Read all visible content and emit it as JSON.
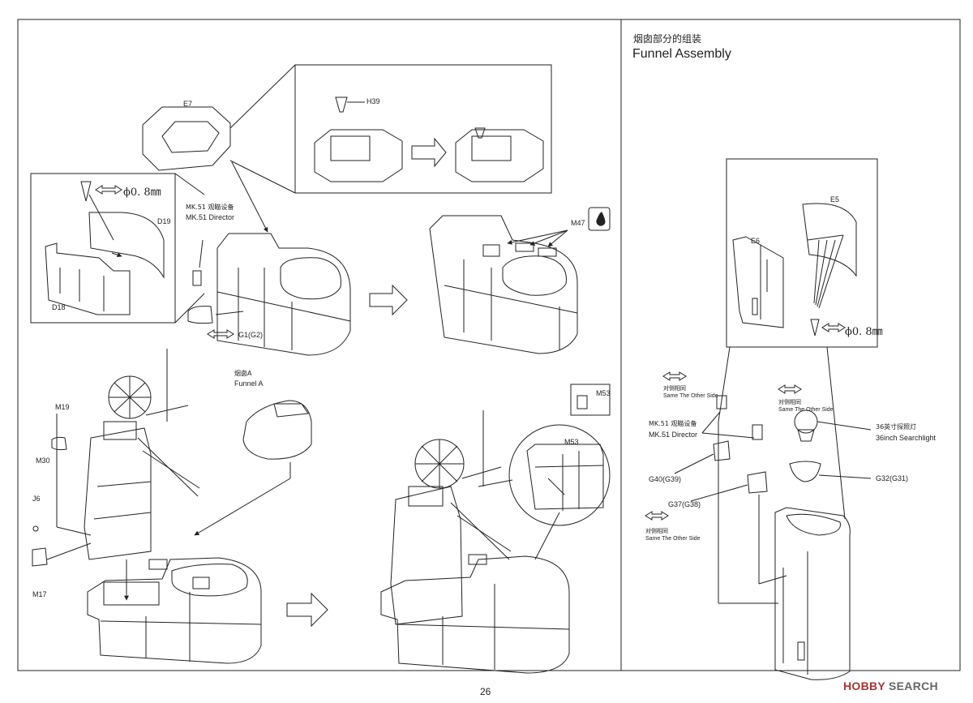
{
  "header": {
    "title_cn": "烟囱部分的组装",
    "title_en": "Funnel Assembly"
  },
  "labels": {
    "e7": "E7",
    "h39": "H39",
    "d19": "D19",
    "d18": "D18",
    "drill_left": "ϕ0. 8㎜",
    "drill_right": "ϕ0. 8㎜",
    "mk51_cn_left": "MK.51 观瞄设备",
    "mk51_en_left": "MK.51 Director",
    "g1": "G1(G2)",
    "m47": "M47",
    "funnel_a_cn": "烟囱A",
    "funnel_a_en": "Funnel A",
    "m53_box": "M53",
    "m53_detail": "M53",
    "m19": "M19",
    "m30": "M30",
    "j6": "J6",
    "m17": "M17",
    "e5": "E5",
    "e6": "E6",
    "same_cn_1": "对侧相同",
    "same_en_1": "Same The Other Side",
    "same_cn_2": "对侧相同",
    "same_en_2": "Same The Other Side",
    "same_cn_3": "对侧相同",
    "same_en_3": "Same The Other Side",
    "mk51_cn_right": "MK.51 观瞄设备",
    "mk51_en_right": "MK.51 Director",
    "searchlight_cn": "36英寸探照灯",
    "searchlight_en": "36inch Searchlight",
    "g40": "G40(G39)",
    "g37": "G37(G38)",
    "g32": "G32(G31)"
  },
  "footer": {
    "page_number": "26",
    "watermark_brand": "HOBBY",
    "watermark_rest": " SEARCH"
  }
}
